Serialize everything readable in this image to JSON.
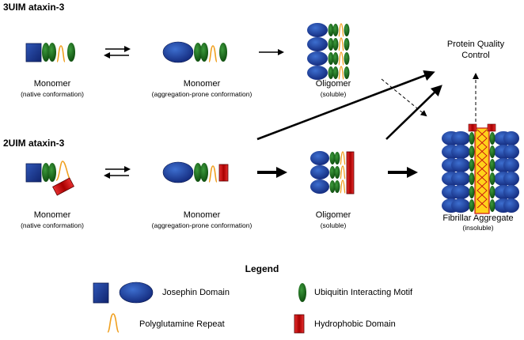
{
  "sections": {
    "top_title": "3UIM ataxin-3",
    "bottom_title": "2UIM ataxin-3"
  },
  "top_row": {
    "monomer_native": {
      "label": "Monomer",
      "sub": "(native conformation)"
    },
    "monomer_prone": {
      "label": "Monomer",
      "sub": "(aggregation-prone conformation)"
    },
    "oligomer": {
      "label": "Oligomer",
      "sub": "(soluble)"
    }
  },
  "bottom_row": {
    "monomer_native": {
      "label": "Monomer",
      "sub": "(native conformation)"
    },
    "monomer_prone": {
      "label": "Monomer",
      "sub": "(aggregation-prone conformation)"
    },
    "oligomer": {
      "label": "Oligomer",
      "sub": "(soluble)"
    },
    "aggregate": {
      "label": "Fibrillar Aggregate",
      "sub": "(insoluble)"
    }
  },
  "pqc": {
    "line1": "Protein Quality",
    "line2": "Control"
  },
  "legend": {
    "title": "Legend",
    "josephin": "Josephin Domain",
    "uim": "Ubiquitin Interacting Motif",
    "polyq": "Polyglutamine Repeat",
    "hydrophobic": "Hydrophobic Domain"
  },
  "colors": {
    "josephin_blue": "#1f3f9a",
    "uim_green": "#1a6b1a",
    "polyq_orange": "#f0a020",
    "hydrophobic_red": "#c81010",
    "aggregate_yellow": "#ffd21a"
  }
}
